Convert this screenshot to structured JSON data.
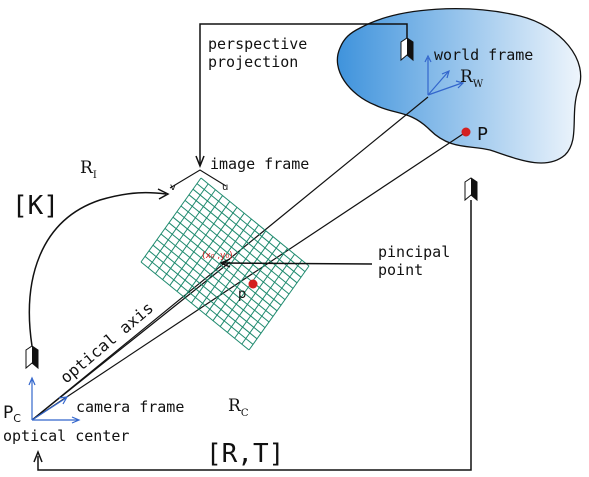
{
  "labels": {
    "perspective_line1": "perspective",
    "perspective_line2": "projection",
    "world_frame": "world frame",
    "image_frame": "image frame",
    "principal_line1": "pincipal",
    "principal_line2": "point",
    "optical_axis": "optical axis",
    "camera_frame": "camera frame",
    "optical_center": "optical center",
    "intrinsic": "[K]",
    "extrinsic": "[R,T]",
    "point_world": "P",
    "point_image": "p",
    "camera_center": "P",
    "camera_center_sub": "C",
    "axis_u": "u",
    "axis_v": "v",
    "principal_coords": "(x₀ ,y₀)"
  },
  "frames": {
    "world": {
      "symbol": "R",
      "sub": "W"
    },
    "image": {
      "symbol": "R",
      "sub": "I"
    },
    "camera": {
      "symbol": "R",
      "sub": "C"
    }
  },
  "colors": {
    "grid": "#1e8a6e",
    "blob_light": "#e8f2fb",
    "blob_dark": "#3f93dc",
    "axis_blue": "#3366cc",
    "point_red": "#d42020",
    "ink": "#111111"
  }
}
